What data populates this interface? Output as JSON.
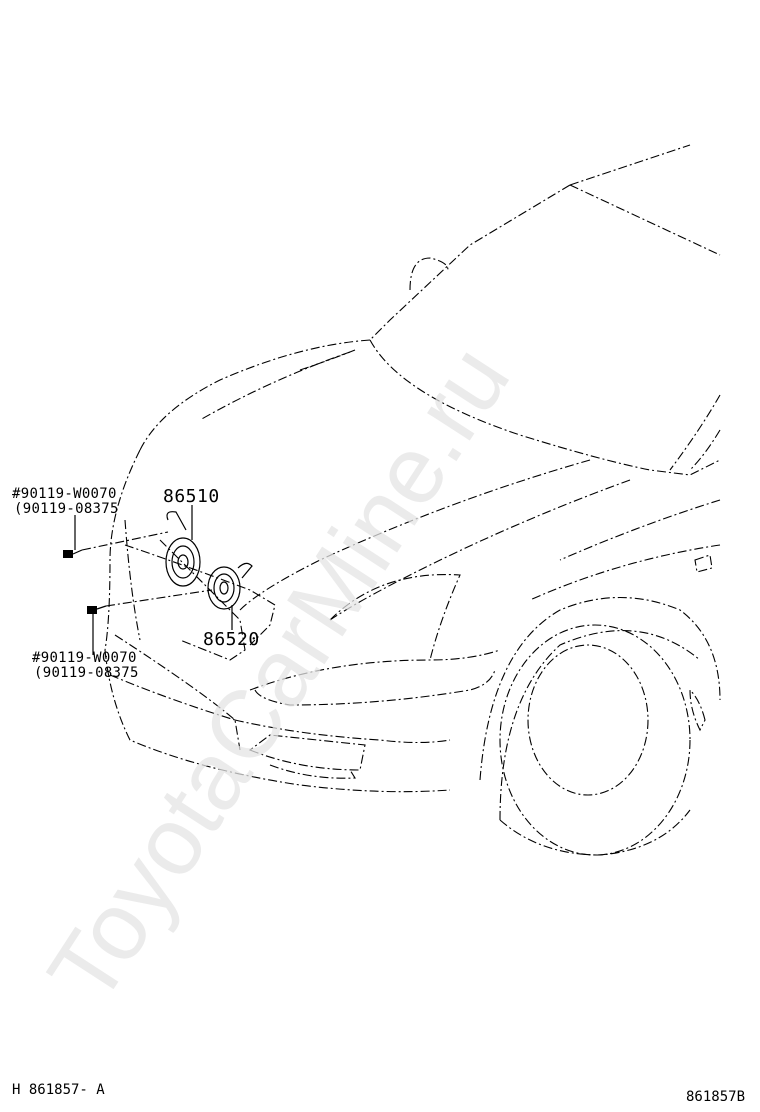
{
  "parts": {
    "horn_high": "86510",
    "horn_low": "86520"
  },
  "bolts": {
    "upper": {
      "primary": "#90119-W0070",
      "alt": "(90119-08375"
    },
    "lower": {
      "primary": "#90119-W0070",
      "alt": "(90119-08375"
    }
  },
  "footer": {
    "ref_left": "H 861857- A",
    "ref_right": "861857B"
  },
  "watermark": "ToyotaCarMine.ru",
  "colors": {
    "line": "#000000",
    "watermark": "#e4e4e4",
    "background": "#ffffff"
  }
}
